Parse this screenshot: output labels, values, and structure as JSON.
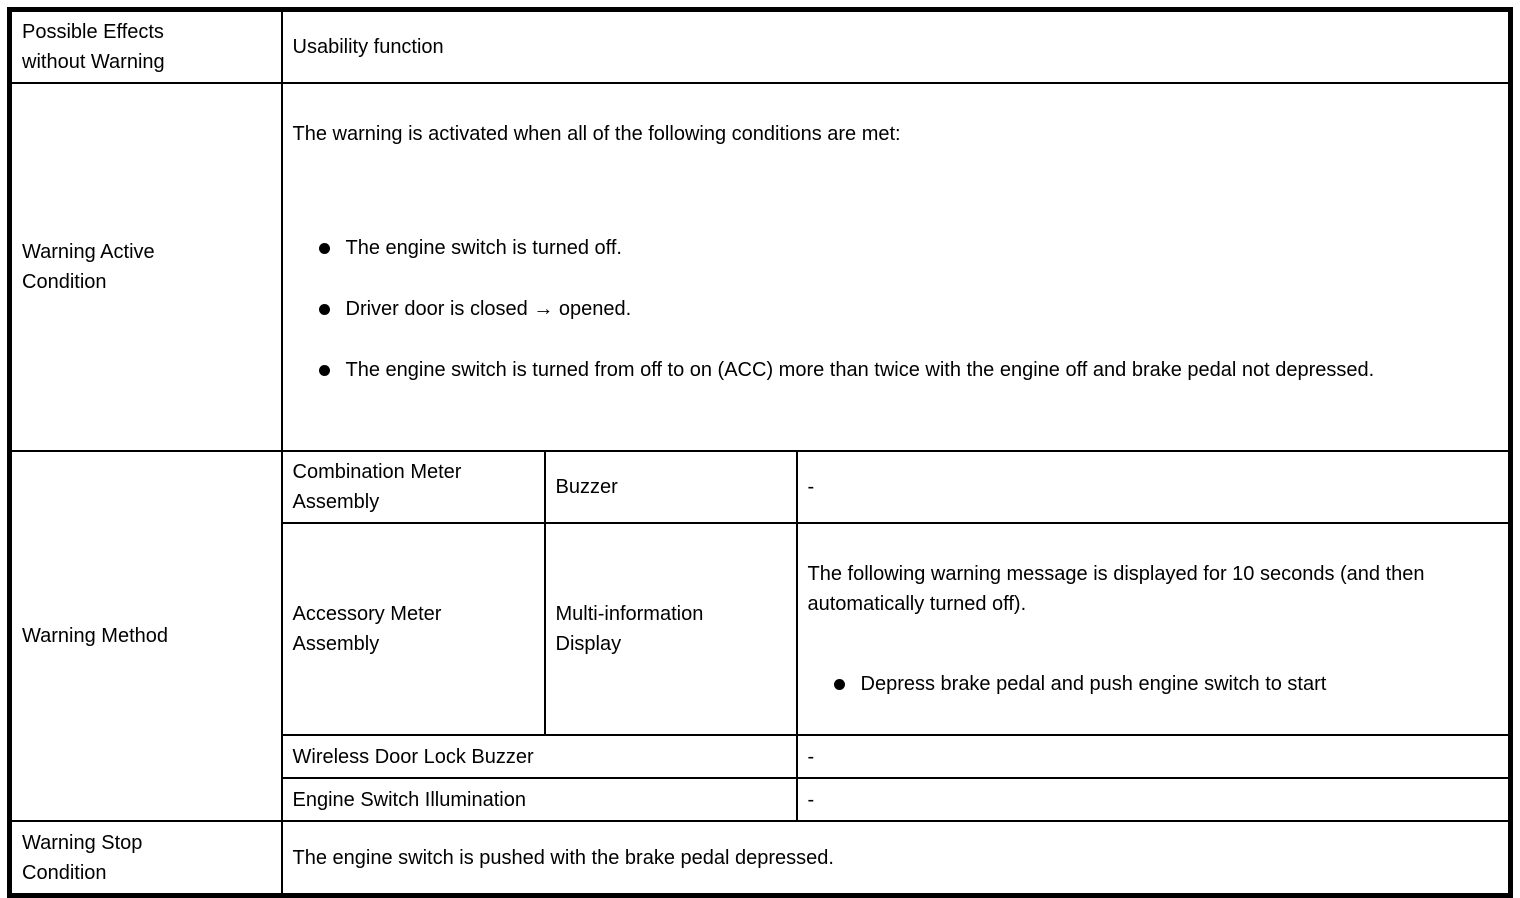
{
  "document": {
    "background_color": "#ffffff",
    "border_color": "#000000",
    "text_color": "#000000"
  },
  "table": {
    "row_possible_effects": {
      "header": "Possible Effects\nwithout Warning",
      "value": "Usability function"
    },
    "row_warning_active": {
      "header": "Warning Active\nCondition",
      "intro": "The warning is activated when all of the following conditions are met:",
      "bullets": [
        "The engine switch is turned off.",
        "Driver door is closed → opened.",
        "The engine switch is turned from off to on (ACC) more than twice with the engine off and brake pedal not depressed."
      ]
    },
    "row_warning_method": {
      "header": "Warning Method",
      "sub_rows": [
        {
          "device": "Combination Meter\nAssembly",
          "component": "Buzzer",
          "description": "-"
        },
        {
          "device": "Accessory Meter\nAssembly",
          "component": "Multi-information\nDisplay",
          "description_intro": "The following warning message is displayed for 10 seconds (and then automatically turned off).",
          "description_bullet": "Depress brake pedal and push engine switch to start"
        },
        {
          "device": "Wireless Door Lock Buzzer",
          "description": "-"
        },
        {
          "device": "Engine Switch Illumination",
          "description": "-"
        }
      ]
    },
    "row_warning_stop": {
      "header": "Warning Stop\nCondition",
      "value": "The engine switch is pushed with the brake pedal depressed."
    }
  }
}
